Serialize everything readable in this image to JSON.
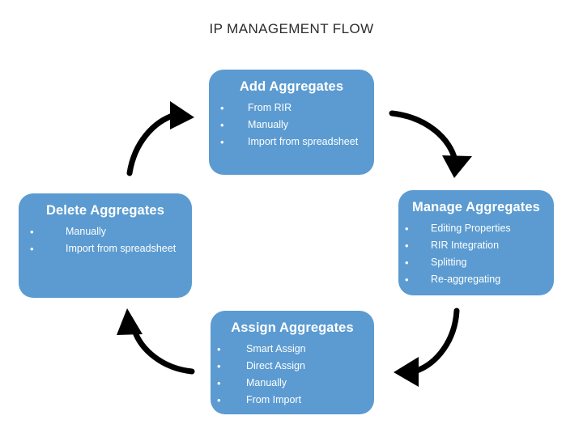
{
  "diagram": {
    "title": "IP MANAGEMENT FLOW",
    "accent_color": "#5b9bd1",
    "text_color": "#ffffff",
    "arrow_color": "#000000",
    "background": "#ffffff",
    "nodes": [
      {
        "id": "add",
        "title": "Add Aggregates",
        "bullets": [
          "From RIR",
          "Manually",
          "Import from spreadsheet"
        ]
      },
      {
        "id": "manage",
        "title": "Manage Aggregates",
        "bullets": [
          "Editing Properties",
          "RIR Integration",
          "Splitting",
          "Re-aggregating"
        ]
      },
      {
        "id": "assign",
        "title": "Assign Aggregates",
        "bullets": [
          "Smart Assign",
          "Direct Assign",
          "Manually",
          "From Import"
        ]
      },
      {
        "id": "delete",
        "title": "Delete Aggregates",
        "bullets": [
          "Manually",
          "Import from spreadsheet"
        ]
      }
    ],
    "bullet_glyph": "•",
    "connectors": [
      {
        "id": "add-to-manage",
        "from": "add",
        "to": "manage",
        "direction": "down-right"
      },
      {
        "id": "manage-to-assign",
        "from": "manage",
        "to": "assign",
        "direction": "down-left"
      },
      {
        "id": "assign-to-delete",
        "from": "assign",
        "to": "delete",
        "direction": "up-left"
      },
      {
        "id": "delete-to-add",
        "from": "delete",
        "to": "add",
        "direction": "up-right"
      }
    ]
  }
}
